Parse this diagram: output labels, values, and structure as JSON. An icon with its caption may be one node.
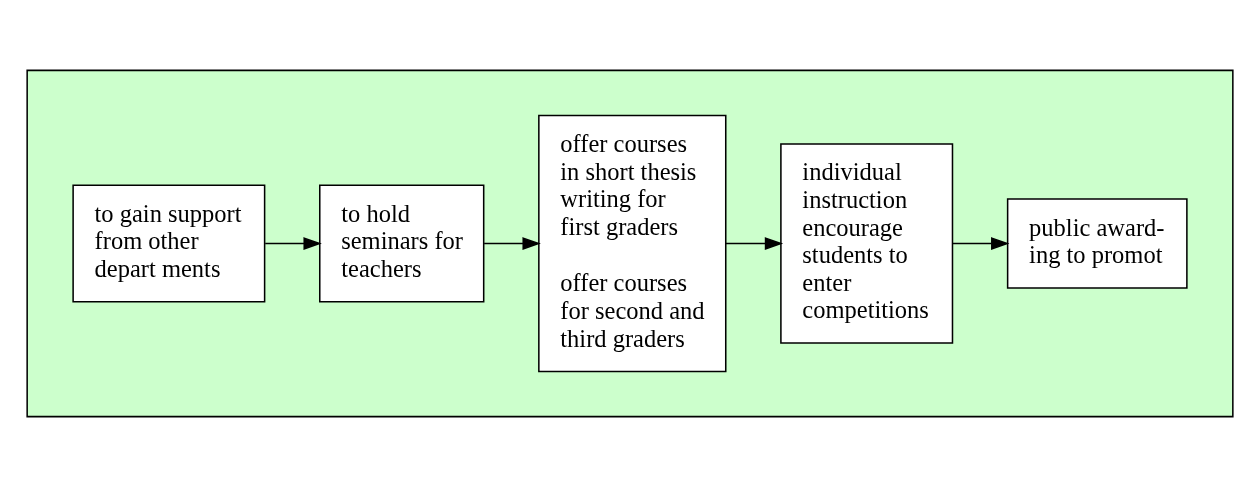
{
  "diagram": {
    "nodes": [
      {
        "text": [],
        "shape": "box"
      },
      {
        "text": [
          "to gain support from other depart ments"
        ],
        "in": 0
      },
      {
        "text": [
          "to hold seminars for teachers"
        ],
        "in": 0
      },
      {
        "text": [
          "offer courses in short thesis writing for first graders",
          "offer courses for second and third graders"
        ],
        "in": 0
      },
      {
        "text": [
          "individual instruction encourage students to enter competitions"
        ],
        "in": 0
      },
      {
        "text": [
          "public award- ing to promot"
        ],
        "in": 0
      }
    ],
    "edges": [
      {
        "from": 1,
        "to": 2,
        "arrow": "to"
      },
      {
        "from": 2,
        "to": 3,
        "arrow": "to"
      },
      {
        "from": 3,
        "to": 4,
        "arrow": "to"
      },
      {
        "from": 4,
        "to": 5,
        "arrow": "to"
      }
    ]
  }
}
